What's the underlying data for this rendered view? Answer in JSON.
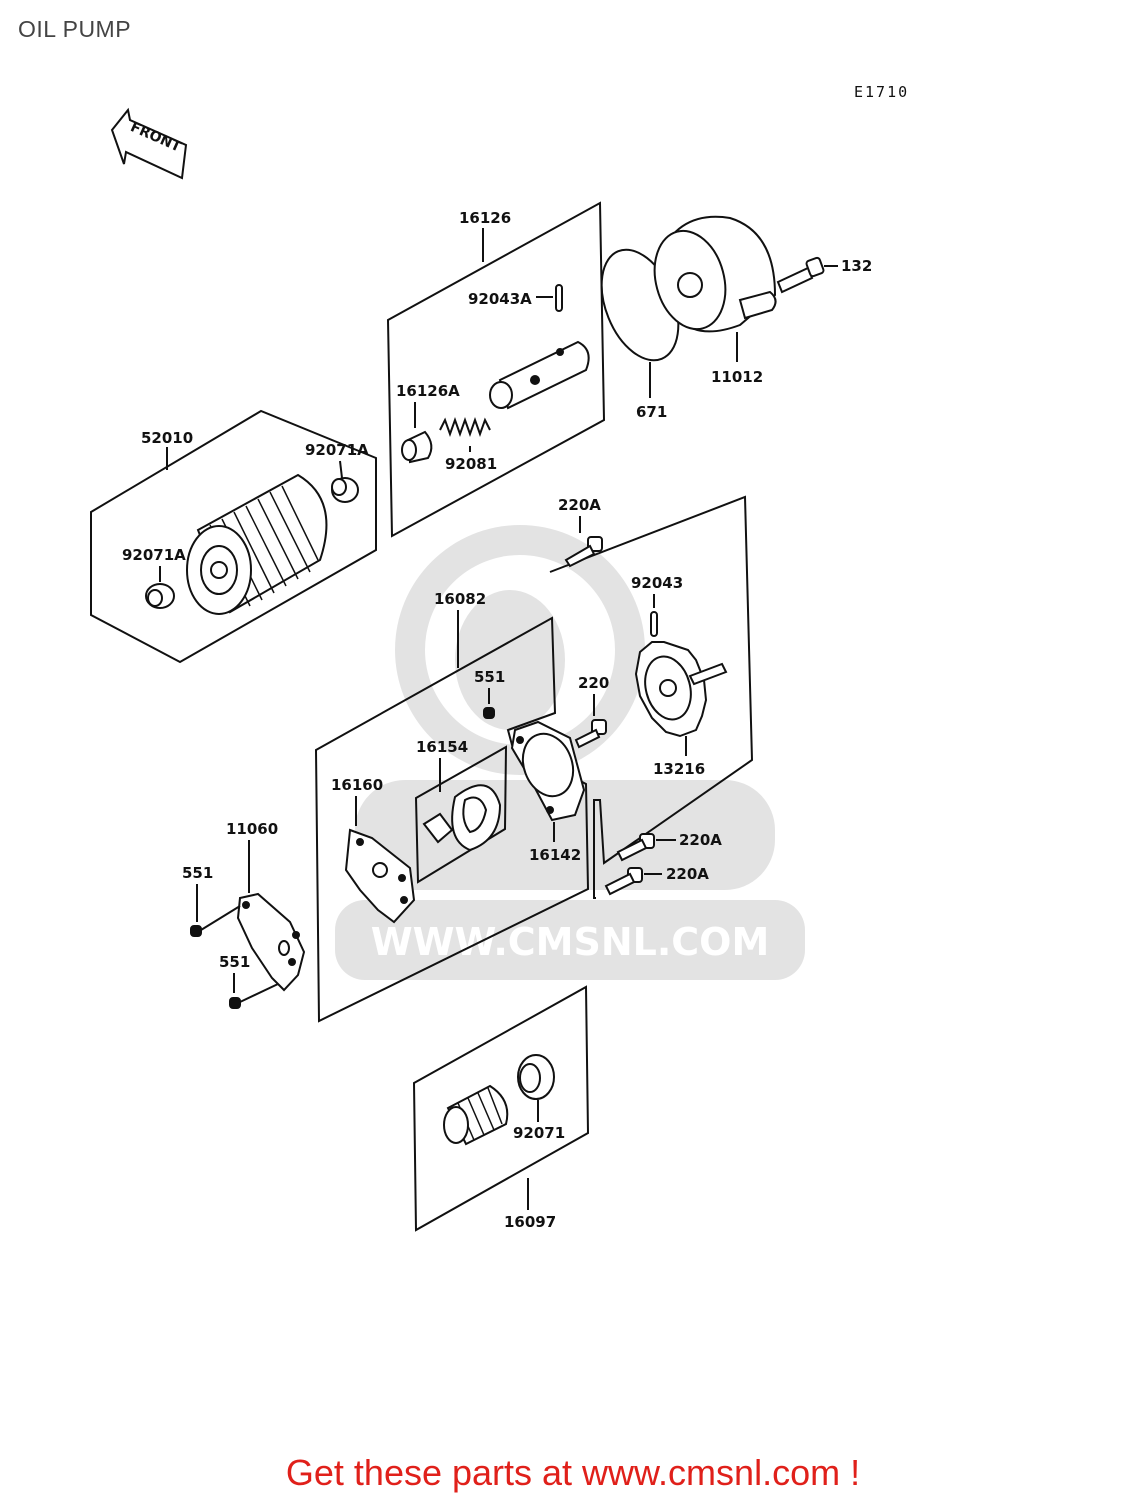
{
  "title": "OIL PUMP",
  "diagram_code": "E1710",
  "front_label": "FRONT",
  "watermark": "WWW.CMSNL.COM",
  "footer": "Get these parts at www.cmsnl.com !",
  "parts": {
    "p16126": "16126",
    "p92043A": "92043A",
    "p16126A": "16126A",
    "p92081": "92081",
    "p671": "671",
    "p11012": "11012",
    "p132": "132",
    "p52010": "52010",
    "p92071A_top": "92071A",
    "p92071A_left": "92071A",
    "p220A_top": "220A",
    "p92043": "92043",
    "p16082": "16082",
    "p551_top": "551",
    "p220": "220",
    "p16154": "16154",
    "p13216": "13216",
    "p16160": "16160",
    "p16142": "16142",
    "p220A_mid": "220A",
    "p220A_low": "220A",
    "p11060": "11060",
    "p551_left": "551",
    "p551_low": "551",
    "p92071": "92071",
    "p16097": "16097"
  }
}
